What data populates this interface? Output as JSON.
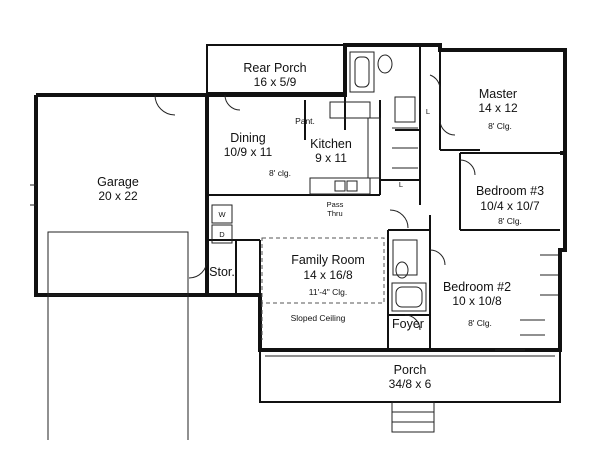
{
  "rooms": {
    "rear_porch": {
      "name": "Rear Porch",
      "dims": "16 x 5/9"
    },
    "master": {
      "name": "Master",
      "dims": "14 x 12",
      "ceiling": "8' Clg."
    },
    "dining": {
      "name": "Dining",
      "dims": "10/9 x 11"
    },
    "kitchen": {
      "name": "Kitchen",
      "dims": "9 x 11",
      "ceiling": "8' clg."
    },
    "garage": {
      "name": "Garage",
      "dims": "20 x 22"
    },
    "bedroom3": {
      "name": "Bedroom #3",
      "dims": "10/4 x 10/7",
      "ceiling": "8' Clg."
    },
    "family": {
      "name": "Family Room",
      "dims": "14 x 16/8",
      "ceiling": "11'-4\" Clg.",
      "note": "Sloped Ceiling"
    },
    "bedroom2": {
      "name": "Bedroom #2",
      "dims": "10 x 10/8",
      "ceiling": "8' Clg."
    },
    "storage": {
      "name": "Stor."
    },
    "foyer": {
      "name": "Foyer"
    },
    "porch": {
      "name": "Porch",
      "dims": "34/8 x 6"
    }
  },
  "labels": {
    "pantry": "Pant.",
    "pass_thru_1": "Pass",
    "pass_thru_2": "Thru",
    "washer": "W",
    "dryer": "D",
    "linen": "L"
  }
}
